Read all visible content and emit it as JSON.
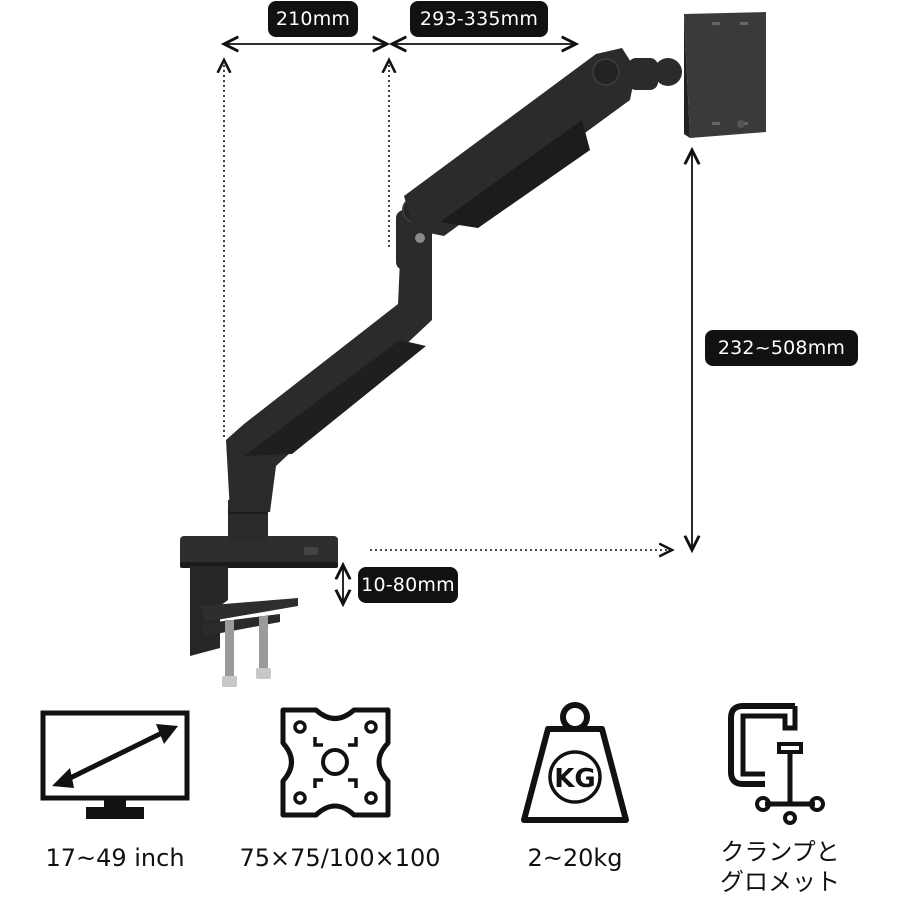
{
  "dimensions": {
    "offset": "210mm",
    "reach": "293-335mm",
    "height_range": "232~508mm",
    "clamp_range": "10-80mm"
  },
  "features": [
    {
      "icon": "monitor-size-icon",
      "label": "17~49 inch"
    },
    {
      "icon": "vesa-plate-icon",
      "label": "75×75/100×100"
    },
    {
      "icon": "weight-kg-icon",
      "label": "2~20kg",
      "icon_text": "KG"
    },
    {
      "icon": "c-clamp-icon",
      "label_line1": "クランプと",
      "label_line2": "グロメット"
    }
  ],
  "colors": {
    "arm": "#2b2b2b",
    "arm_shade": "#1c1c1c",
    "pill_bg": "#111111",
    "icon_stroke": "#111111"
  }
}
